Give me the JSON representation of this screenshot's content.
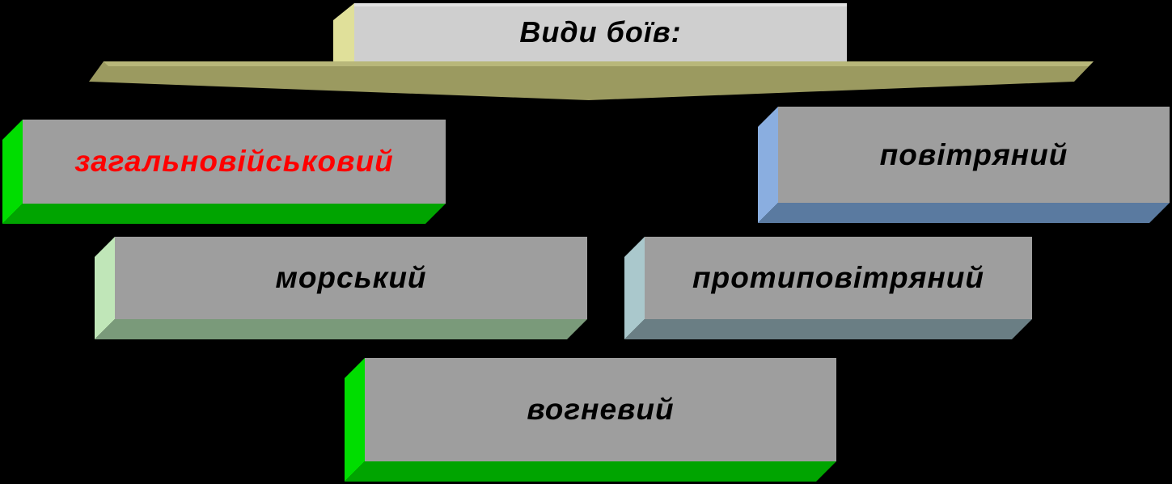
{
  "title": "Види боїв:",
  "boxes": [
    {
      "key": "combined_arms",
      "label": "загальновійськовий",
      "text_color": "#ff0000",
      "accent_color": "#00aa00"
    },
    {
      "key": "air",
      "label": "повітряний",
      "text_color": "#000000",
      "accent_color": "#5a7aa0"
    },
    {
      "key": "naval",
      "label": "морський",
      "text_color": "#000000",
      "accent_color": "#7a9a7a"
    },
    {
      "key": "air_defense",
      "label": "протиповітряний",
      "text_color": "#000000",
      "accent_color": "#6a7e84"
    },
    {
      "key": "fire",
      "label": "вогневий",
      "text_color": "#000000",
      "accent_color": "#00aa00"
    }
  ]
}
